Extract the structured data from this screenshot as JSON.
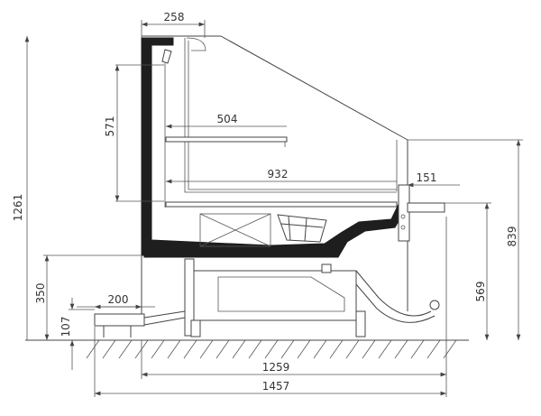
{
  "drawing": {
    "title": "Refrigerated display counter side section",
    "dimensions": {
      "top_depth": "258",
      "total_height": "1261",
      "glass_height": "571",
      "shelf_depth": "504",
      "deck_depth": "932",
      "front_overhang": "151",
      "front_height": "839",
      "counter_height": "569",
      "base_clearance": "350",
      "step_height": "107",
      "step_depth": "200",
      "body_depth": "1259",
      "total_depth": "1457"
    }
  }
}
